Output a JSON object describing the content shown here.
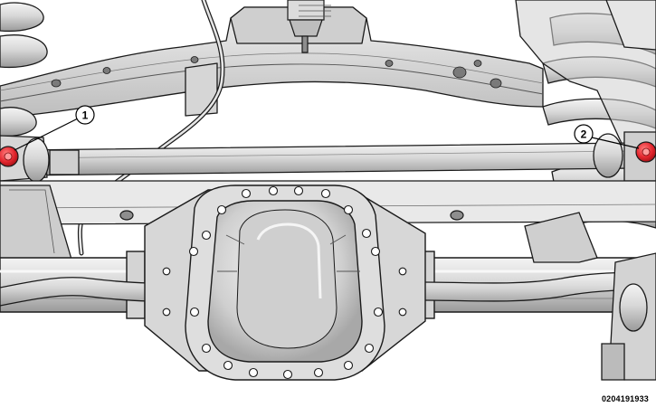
{
  "callouts": [
    {
      "id": "1",
      "label": "1"
    },
    {
      "id": "2",
      "label": "2"
    }
  ],
  "figure_id": "0204191933",
  "colors": {
    "line": "#1a1a1a",
    "fill_light": "#e6e6e6",
    "fill_mid": "#c9c9c9",
    "fill_dark": "#8e8e8e",
    "highlight": "#e3262e"
  },
  "icons": {
    "fastener": "red-bolt-highlight"
  }
}
